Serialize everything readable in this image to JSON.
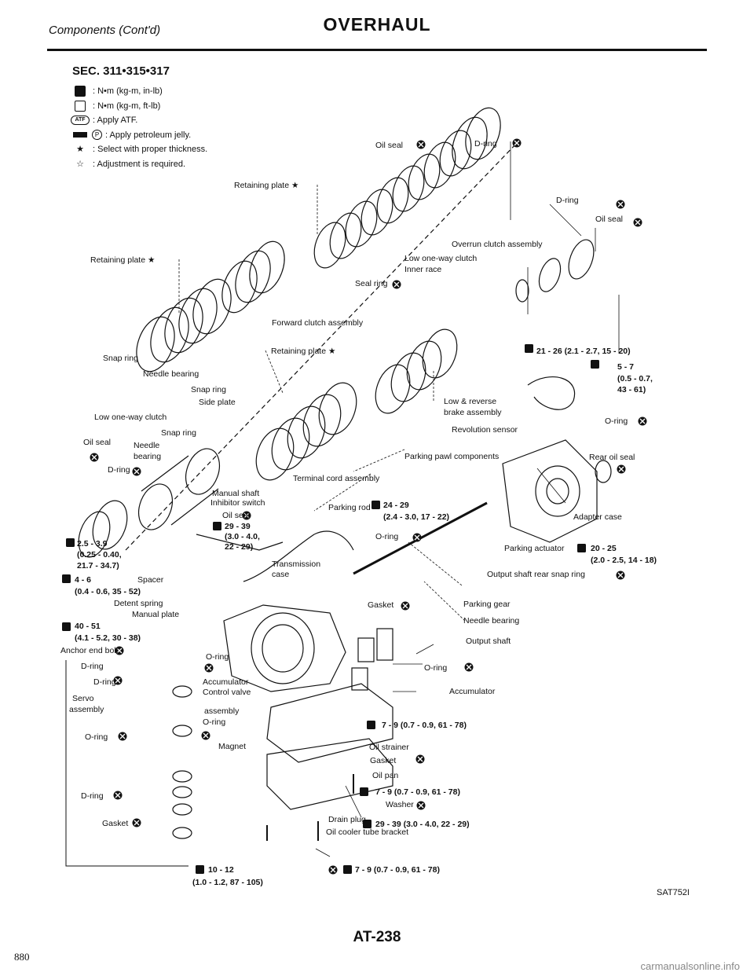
{
  "header": {
    "subtitle": "Components (Cont'd)",
    "title": "OVERHAUL"
  },
  "section": "SEC. 311•315•317",
  "legend": [
    {
      "icon": "torque-box-filled-icon",
      "text": ": N•m (kg-m, in-lb)"
    },
    {
      "icon": "torque-box-icon",
      "text": ": N•m (kg-m, ft-lb)"
    },
    {
      "icon": "atf-icon",
      "text": ": Apply ATF."
    },
    {
      "icon": "petroleum-jelly-icon",
      "text": ": Apply petroleum jelly."
    },
    {
      "icon": "star-solid-icon",
      "text": ": Select with proper thickness."
    },
    {
      "icon": "star-outline-icon",
      "text": ": Adjustment is required."
    }
  ],
  "labels": {
    "oil_seal_top": "Oil seal",
    "dring_top": "D-ring",
    "retaining_plate_1": "Retaining plate ★",
    "dring_right": "D-ring",
    "oil_seal_right": "Oil seal",
    "overrun_clutch": "Overrun clutch assembly",
    "low_oneway_inner": "Low one-way clutch",
    "inner_race": "Inner race",
    "seal_ring": "Seal ring",
    "retaining_plate_2": "Retaining plate ★",
    "forward_clutch": "Forward clutch assembly",
    "snap_ring_1": "Snap ring",
    "retaining_plate_3": "Retaining plate ★",
    "torque_21_26": "21 - 26 (2.1 - 2.7, 15 - 20)",
    "needle_bearing_1": "Needle bearing",
    "torque_5_7a": "5 - 7",
    "torque_5_7b": "(0.5 - 0.7,",
    "torque_5_7c": "43 - 61)",
    "snap_ring_2": "Snap ring",
    "side_plate": "Side plate",
    "low_reverse_brake_1": "Low & reverse",
    "low_reverse_brake_2": "brake assembly",
    "low_oneway_clutch": "Low one-way clutch",
    "oring_right": "O-ring",
    "revolution_sensor": "Revolution sensor",
    "snap_ring_3": "Snap ring",
    "oil_seal_left": "Oil seal",
    "needle_bearing_2a": "Needle",
    "needle_bearing_2b": "bearing",
    "parking_pawl": "Parking pawl components",
    "rear_oil_seal": "Rear oil seal",
    "dring_left": "D-ring",
    "terminal_cord": "Terminal cord assembly",
    "manual_shaft": "Manual shaft",
    "inhibitor_switch": "Inhibitor switch",
    "parking_rod": "Parking rod",
    "torque_24_29a": "24 - 29",
    "torque_24_29b": "(2.4 - 3.0, 17 - 22)",
    "adapter_case": "Adapter case",
    "oil_seal_mid": "Oil seal",
    "torque_29_39a": "29 - 39",
    "torque_29_39b": "(3.0 - 4.0,",
    "torque_29_39c": "22 - 29)",
    "oring_mid": "O-ring",
    "torque_2_5a": "2.5 - 3.9",
    "torque_2_5b": "(0.25 - 0.40,",
    "torque_2_5c": "21.7 - 34.7)",
    "parking_actuator": "Parking actuator",
    "torque_20_25a": "20 - 25",
    "torque_20_25b": "(2.0 - 2.5, 14 - 18)",
    "transmission_case_1": "Transmission",
    "transmission_case_2": "case",
    "torque_4_6": "4 - 6",
    "spacer": "Spacer",
    "output_snap_ring": "Output shaft rear snap ring",
    "torque_4_6b": "(0.4 - 0.6, 35 - 52)",
    "detent_spring": "Detent spring",
    "gasket_mid": "Gasket",
    "parking_gear": "Parking gear",
    "manual_plate": "Manual plate",
    "torque_40_51a": "40 - 51",
    "needle_bearing_3": "Needle bearing",
    "torque_40_51b": "(4.1 - 5.2, 30 - 38)",
    "output_shaft": "Output shaft",
    "anchor_end_bolt": "Anchor end bolt",
    "oring_servo": "O-ring",
    "dring_servo_1": "D-ring",
    "oring_accum": "O-ring",
    "dring_servo_2": "D-ring",
    "accumulator_1": "Accumulator",
    "accumulator_2": "Accumulator",
    "control_valve_1": "Control valve",
    "control_valve_2": "assembly",
    "servo_1": "Servo",
    "servo_2": "assembly",
    "oring_cv": "O-ring",
    "torque_7_9a": "7 - 9 (0.7 - 0.9, 61 - 78)",
    "oring_servo2": "O-ring",
    "magnet": "Magnet",
    "oil_strainer": "Oil strainer",
    "gasket_strainer": "Gasket",
    "dring_servo_3": "D-ring",
    "oil_pan": "Oil pan",
    "gasket_servo": "Gasket",
    "torque_7_9b": "7 - 9 (0.7 - 0.9, 61 - 78)",
    "washer": "Washer",
    "drain_plug": "Drain plug",
    "drain_torque": "29 - 39 (3.0 - 4.0, 22 - 29)",
    "oil_cooler_bracket": "Oil cooler tube bracket",
    "torque_10_12a": "10 - 12",
    "torque_10_12b": "(1.0 - 1.2, 87 - 105)",
    "torque_7_9c": "7 - 9 (0.7 - 0.9, 61 - 78)"
  },
  "figure_code": "SAT752I",
  "page_number": "AT-238",
  "left_number": "880",
  "watermark": "carmanualsonline.info"
}
